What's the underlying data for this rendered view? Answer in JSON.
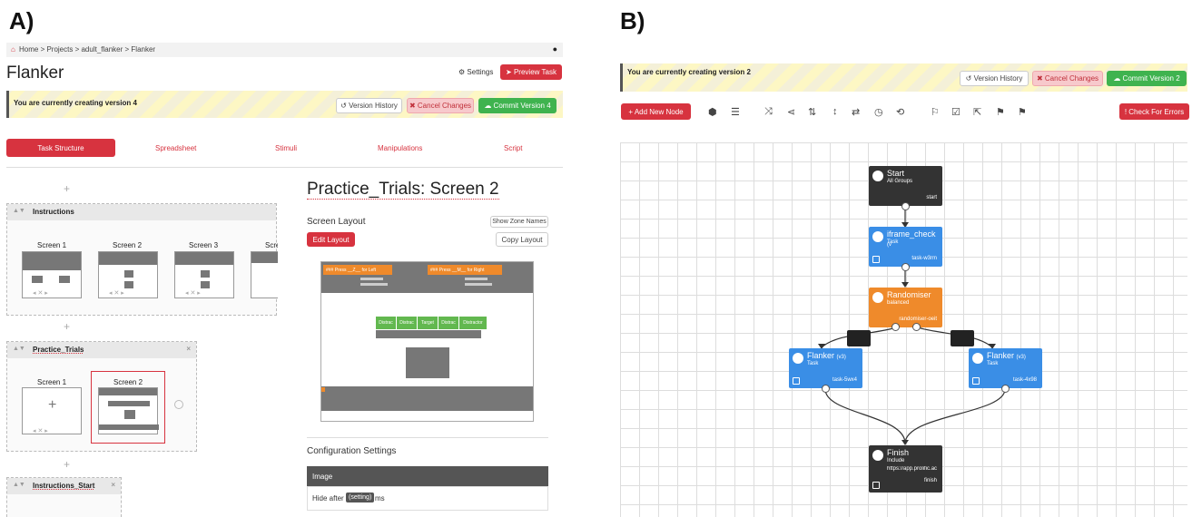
{
  "labels": {
    "a": "A)",
    "b": "B)"
  },
  "left": {
    "breadcrumb": "Home > Projects > adult_flanker > Flanker",
    "title": "Flanker",
    "settings": "Settings",
    "preview": "Preview Task",
    "banner": "You are currently creating version 4",
    "version_history": "Version History",
    "cancel": "Cancel Changes",
    "commit": "Commit Version 4",
    "tabs": [
      "Task Structure",
      "Spreadsheet",
      "Stimuli",
      "Manipulations",
      "Script"
    ],
    "plus": "+",
    "instructions": {
      "title": "Instructions",
      "screens": [
        "Screen 1",
        "Screen 2",
        "Screen 3",
        "Scre"
      ]
    },
    "practice": {
      "title": "Practice_Trials",
      "screens": [
        "Screen 1",
        "Screen 2"
      ]
    },
    "instructions_start": {
      "title": "Instructions_Start"
    },
    "close": "×",
    "screen_title": "Practice_Trials: Screen 2",
    "screen_layout": "Screen Layout",
    "show_zone_names": "Show Zone Names",
    "edit_layout": "Edit Layout",
    "copy_layout": "Copy Layout",
    "zone_left": "### Press __Z__ for Left",
    "zone_right": "### Press __M__ for Right",
    "stim": [
      "Distrac",
      "Distrac",
      "Target",
      "Distrac",
      "Distractor"
    ],
    "config": "Configuration Settings",
    "image": "Image",
    "hide_after": "Hide after",
    "setting": "(setting)",
    "ms": "ms"
  },
  "right": {
    "banner": "You are currently creating version 2",
    "version_history": "Version History",
    "cancel": "Cancel Changes",
    "commit": "Commit Version 2",
    "add_node": "+ Add New Node",
    "check_errors": "! Check For Errors",
    "nodes": {
      "start": {
        "title": "Start",
        "sub": "All Groups",
        "tag": "start"
      },
      "iframe": {
        "title": "iframe_check",
        "ver": "(v",
        "sub": "Task",
        "tag": "task-w3rm"
      },
      "random": {
        "title": "Randomiser",
        "sub": "balanced",
        "tag": "randomiser-oeit"
      },
      "flankerL": {
        "title": "Flanker",
        "ver": "(v3)",
        "sub": "Task",
        "tag": "task-5wx4"
      },
      "flankerR": {
        "title": "Flanker",
        "ver": "(v3)",
        "sub": "Task",
        "tag": "task-4x98"
      },
      "finish": {
        "title": "Finish",
        "sub": "Include",
        "url": "https://app.prolific.ac",
        "tag": "finish"
      }
    }
  },
  "colors": {
    "red": "#d7333f",
    "green": "#3fb34f",
    "blue": "#3a8ee6",
    "orange": "#ef8a2b",
    "dark": "#333333"
  }
}
